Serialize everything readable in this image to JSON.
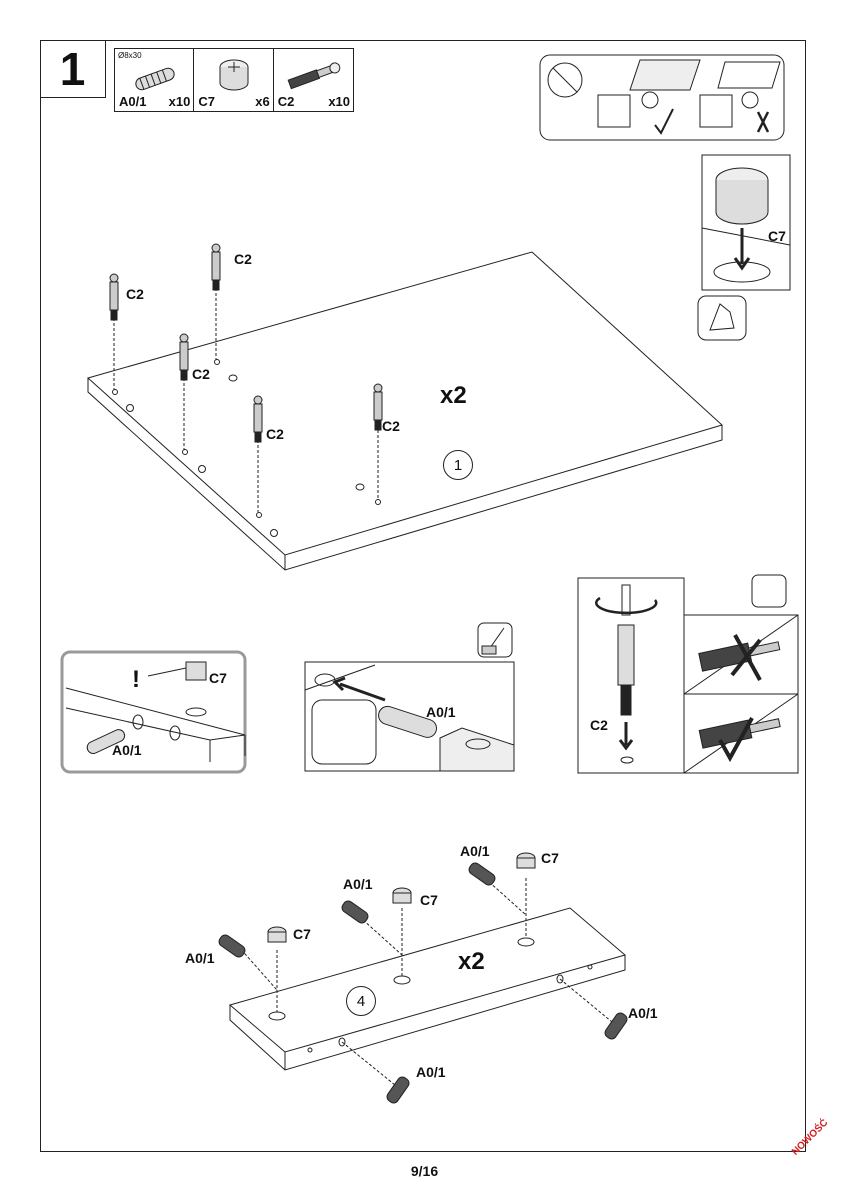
{
  "step": {
    "number": "1"
  },
  "parts": [
    {
      "spec": "Ø8x30",
      "code": "A0/1",
      "qty": "x10",
      "icon": "dowel-icon"
    },
    {
      "spec": "",
      "code": "C7",
      "qty": "x6",
      "icon": "cam-lock-icon"
    },
    {
      "spec": "",
      "code": "C2",
      "qty": "x10",
      "icon": "cam-bolt-icon"
    }
  ],
  "labels": {
    "c2": "C2",
    "c7": "C7",
    "a01": "A0/1",
    "x2": "x2",
    "panel1": "1",
    "panel4": "4",
    "exclaim": "!"
  },
  "footer": {
    "page": "9/16",
    "brand": "NOWOŚĆ"
  },
  "colors": {
    "line": "#222222",
    "brand": "#d21d1d",
    "grey_frame": "#9a9a9a"
  }
}
